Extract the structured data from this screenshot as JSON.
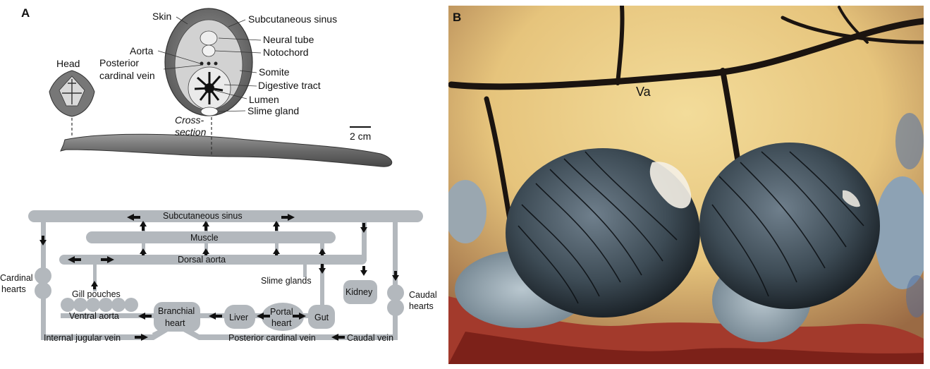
{
  "panelA": {
    "panel_label": "A",
    "head_label": "Head",
    "cross_section_label": "Cross-\nsection",
    "cross_section_line1": "Cross-",
    "cross_section_line2": "section",
    "scale_bar_label": "2 cm",
    "anatomy_labels": {
      "skin": "Skin",
      "subcutaneous_sinus": "Subcutaneous sinus",
      "neural_tube": "Neural tube",
      "aorta": "Aorta",
      "notochord": "Notochord",
      "posterior": "Posterior",
      "cardinal_vein": "cardinal vein",
      "somite": "Somite",
      "digestive_tract": "Digestive tract",
      "lumen": "Lumen",
      "slime_gland": "Slime gland"
    },
    "circulation": {
      "subcutaneous_sinus": "Subcutaneous sinus",
      "muscle": "Muscle",
      "dorsal_aorta": "Dorsal aorta",
      "cardinal": "Cardinal",
      "hearts": "hearts",
      "gill_pouches": "Gill pouches",
      "ventral_aorta": "Ventral aorta",
      "slime_glands": "Slime glands",
      "kidney": "Kidney",
      "caudal": "Caudal",
      "caudal_hearts": "hearts",
      "branchial": "Branchial",
      "heart": "heart",
      "liver": "Liver",
      "portal": "Portal",
      "portal_heart": "heart",
      "gut": "Gut",
      "internal_jugular_vein": "Internal jugular vein",
      "posterior_cardinal_vein": "Posterior cardinal vein",
      "caudal_vein": "Caudal vein"
    }
  },
  "panelB": {
    "panel_label": "B",
    "vessel_label": "Va"
  }
}
